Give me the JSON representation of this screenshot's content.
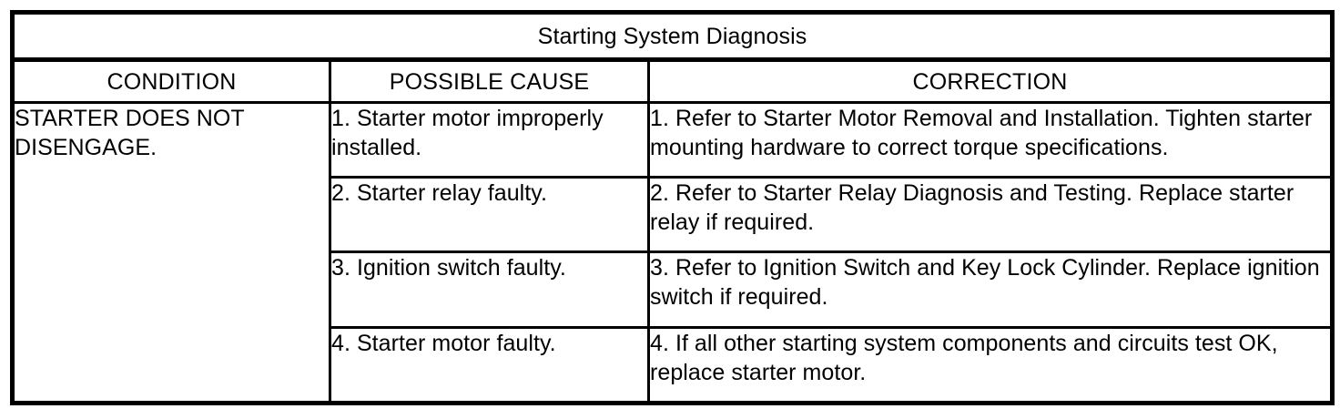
{
  "document": {
    "title": "Starting System Diagnosis"
  },
  "table": {
    "caption": "Starting System Diagnosis",
    "headers": [
      "CONDITION",
      "POSSIBLE CAUSE",
      "CORRECTION"
    ],
    "condition": "STARTER DOES NOT DISENGAGE.",
    "rows": [
      {
        "cause": "1. Starter motor improperly installed.",
        "correction": "1. Refer to Starter Motor Removal and Installation. Tighten starter mounting hardware to correct torque specifications."
      },
      {
        "cause": "2. Starter relay faulty.",
        "correction": "2. Refer to Starter Relay Diagnosis and Testing. Replace starter relay if required."
      },
      {
        "cause": "3. Ignition switch faulty.",
        "correction": "3. Refer to Ignition Switch and Key Lock Cylinder. Replace ignition switch if required."
      },
      {
        "cause": "4. Starter motor faulty.",
        "correction": "4. If all other starting system components and circuits test OK, replace starter motor."
      }
    ]
  },
  "colors": {
    "border": "#000000",
    "text": "#000000",
    "background": "#ffffff"
  }
}
